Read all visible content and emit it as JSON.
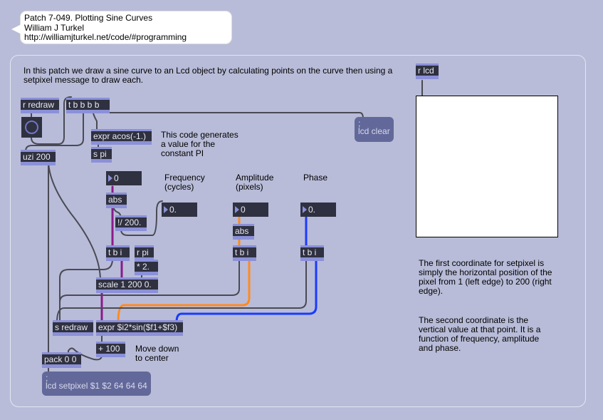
{
  "header_comment": {
    "line1": "Patch 7-049. Plotting Sine Curves",
    "line2": "William J Turkel",
    "line3": "http://williamjturkel.net/code/#programming"
  },
  "intro": {
    "line1": "In this patch we draw a sine curve to an Lcd object by calculating points on the curve then using a",
    "line2": "setpixel message to draw each."
  },
  "objects": {
    "r_redraw": "r redraw",
    "trigger_main": "t b b b b",
    "expr_acos": "expr acos(-1.)",
    "s_pi": "s pi",
    "uzi": "uzi 200",
    "abs_freq": "abs",
    "div": "!/ 200.",
    "tbi_freq": "t b i",
    "r_pi": "r pi",
    "times2": "* 2.",
    "scale": "scale 1 200 0.",
    "abs_amp": "abs",
    "tbi_amp": "t b i",
    "tbi_phase": "t b i",
    "s_redraw": "s redraw",
    "expr_sin": "expr $i2*sin($f1+$f3)",
    "plus100": "+ 100",
    "pack": "pack 0 0",
    "r_lcd": "r lcd"
  },
  "messages": {
    "lcd_clear": {
      "line1": ";",
      "line2": "lcd clear"
    },
    "lcd_setpixel": {
      "line1": ";",
      "line2": "lcd setpixel $1 $2 64 64 64"
    }
  },
  "number_boxes": {
    "freq_int": "0",
    "freq_float": "0.",
    "amplitude": "0",
    "phase": "0."
  },
  "labels": {
    "pi_comment": {
      "line1": "This code generates",
      "line2": "a value for the",
      "line3": "constant PI"
    },
    "frequency": {
      "line1": "Frequency",
      "line2": "(cycles)"
    },
    "amplitude": {
      "line1": "Amplitude",
      "line2": "(pixels)"
    },
    "phase": "Phase",
    "move_down": {
      "line1": "Move down",
      "line2": "to center"
    },
    "first_coord": {
      "line1": "The first coordinate for setpixel is",
      "line2": "simply the horizontal position of the",
      "line3": "pixel from 1 (left edge) to 200 (right",
      "line4": "edge)."
    },
    "second_coord": {
      "line1": "The second coordinate is the",
      "line2": "vertical value at that point. It is a",
      "line3": "function of frequency, amplitude",
      "line4": "and phase."
    }
  },
  "colors": {
    "background": "#b8bcd8",
    "object_box": "#2f3140",
    "object_border": "#8b90d8",
    "message_box": "#626899",
    "wire_default": "#4a4a55",
    "wire_frequency": "#8a1a8a",
    "wire_amplitude": "#ff8a20",
    "wire_phase": "#1a3aff"
  }
}
